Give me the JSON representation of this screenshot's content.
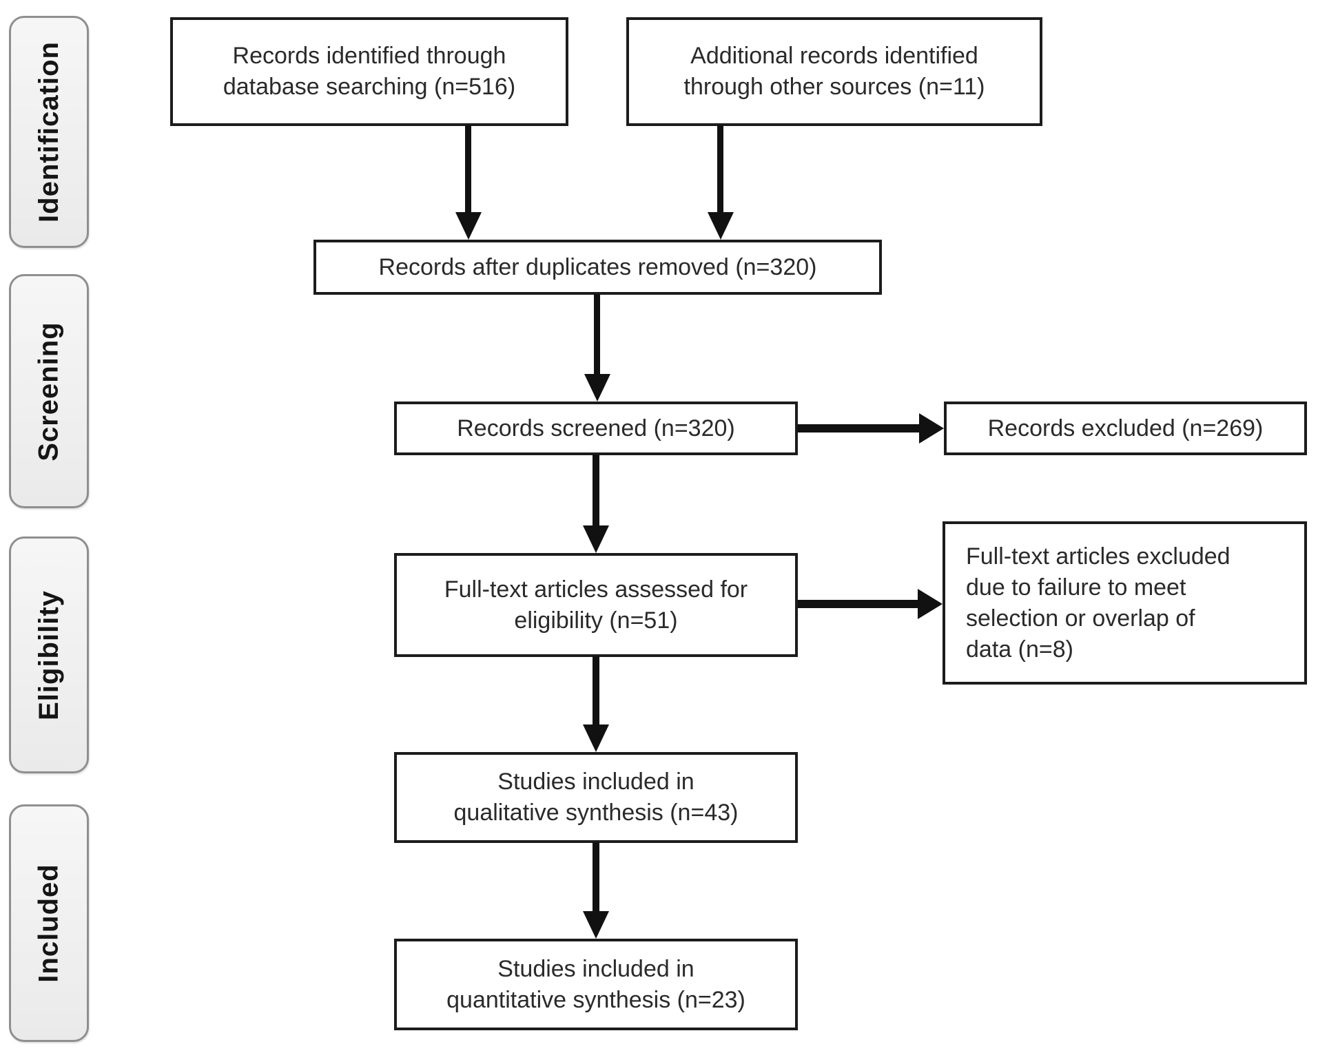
{
  "stages": [
    {
      "label": "Identification"
    },
    {
      "label": "Screening"
    },
    {
      "label": "Eligibility"
    },
    {
      "label": "Included"
    }
  ],
  "boxes": {
    "identified": {
      "lines": [
        "Records identified through",
        "database searching (n=516)"
      ]
    },
    "additional": {
      "lines": [
        "Additional records identified",
        "through other sources (n=11)"
      ]
    },
    "duplicates": {
      "lines": [
        "Records after duplicates removed (n=320)"
      ]
    },
    "screened": {
      "lines": [
        "Records screened (n=320)"
      ]
    },
    "excluded": {
      "lines": [
        "Records excluded (n=269)"
      ]
    },
    "fulltext": {
      "lines": [
        "Full-text articles assessed for",
        "eligibility (n=51)"
      ]
    },
    "fulltext_excluded": {
      "lines": [
        "Full-text articles excluded",
        "due to failure to meet",
        "selection or overlap of",
        "data (n=8)"
      ]
    },
    "qualitative": {
      "lines": [
        "Studies included in",
        "qualitative synthesis (n=43)"
      ]
    },
    "quantitative": {
      "lines": [
        "Studies included in",
        "quantitative synthesis (n=23)"
      ]
    }
  },
  "colors": {
    "background": "#ffffff",
    "box_border": "#1c1c1c",
    "box_text": "#2a2a2a",
    "stage_fill": "#f2f2f2",
    "stage_border": "#8f8f8f",
    "stage_text": "#151515",
    "arrow": "#111111"
  }
}
